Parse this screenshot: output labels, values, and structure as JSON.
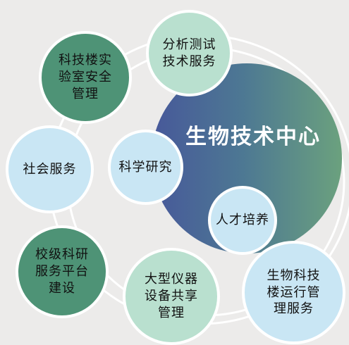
{
  "center": {
    "label": "生物技术中心"
  },
  "nodes": {
    "analysis": "分析测试\n技术服务",
    "lab_safety": "科技楼实\n验室安全\n管理",
    "social": "社会服务",
    "research": "科学研究",
    "talent": "人才培养",
    "platform": "校级科研\n服务平台\n建设",
    "instrument": "大型仪器\n设备共享\n管理",
    "operation": "生物科技\n楼运行管\n理服务"
  },
  "colors": {
    "background": "#ecebea",
    "dark_green": "#4e9376",
    "mint": "#b9e0cf",
    "light_blue": "#c9e6f4",
    "gradient_start": "#47589a",
    "gradient_end": "#6ba17e",
    "ring": "#ffffff"
  }
}
